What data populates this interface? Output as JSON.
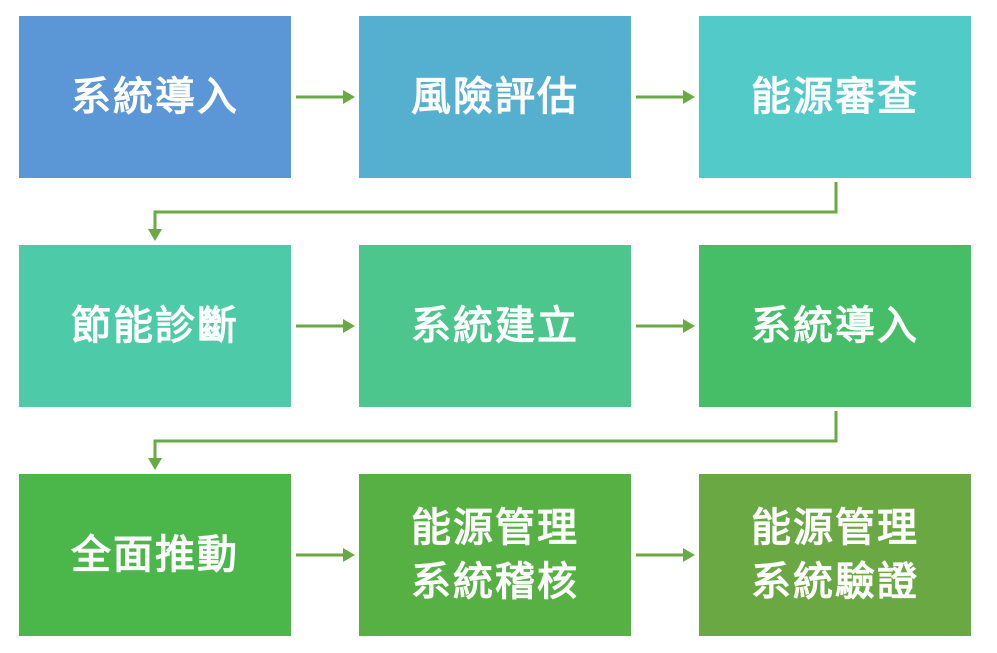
{
  "diagram": {
    "colors": {
      "arrow": "#6aaa45",
      "text": "#ffffff"
    },
    "steps": [
      {
        "lines": [
          "系統導入"
        ],
        "color": "#5b96d6"
      },
      {
        "lines": [
          "風險評估"
        ],
        "color": "#55b0d0"
      },
      {
        "lines": [
          "能源審查"
        ],
        "color": "#51cac8"
      },
      {
        "lines": [
          "節能診斷"
        ],
        "color": "#4dcaa8"
      },
      {
        "lines": [
          "系統建立"
        ],
        "color": "#4cc68c"
      },
      {
        "lines": [
          "系統導入"
        ],
        "color": "#46be68"
      },
      {
        "lines": [
          "全面推動"
        ],
        "color": "#4bb64a"
      },
      {
        "lines": [
          "能源管理",
          "系統稽核"
        ],
        "color": "#56b044"
      },
      {
        "lines": [
          "能源管理",
          "系統驗證"
        ],
        "color": "#6aa844"
      }
    ]
  }
}
